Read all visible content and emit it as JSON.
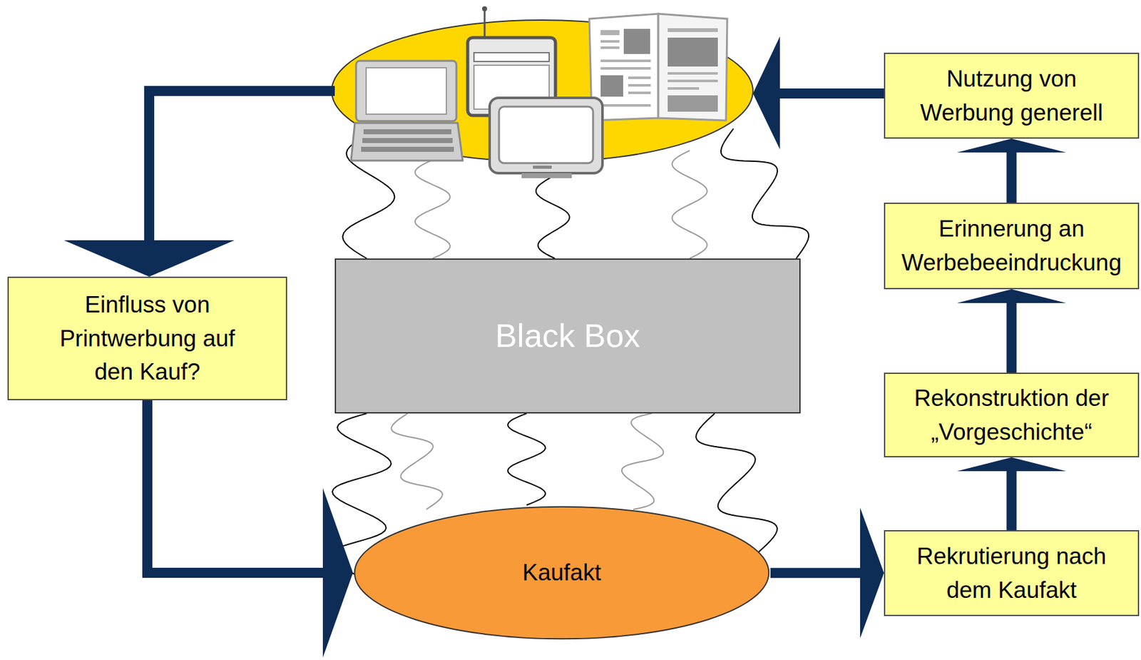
{
  "diagram": {
    "nodes": [
      {
        "text": [
          "Einfluss von Printwerbung auf den Kauf?"
        ]
      },
      {
        "text": [
          "Black Box"
        ]
      },
      {
        "text": [
          "Nutzung von Werbung generell"
        ]
      },
      {
        "text": [
          "Erinnerung an Werbebeeindruckung"
        ]
      },
      {
        "text": [
          "Rekonstruktion der „Vorgeschichte“"
        ]
      },
      {
        "text": [
          "Rekrutierung nach dem Kaufakt"
        ]
      },
      {
        "text": [
          "Kaufakt"
        ]
      }
    ],
    "edges": [
      {
        "from": 0,
        "to": 6,
        "arrow": "to"
      },
      {
        "from": 6,
        "to": 5,
        "arrow": "to"
      },
      {
        "from": 5,
        "to": 4,
        "arrow": "to"
      },
      {
        "from": 4,
        "to": 3,
        "arrow": "to"
      },
      {
        "from": 3,
        "to": 2,
        "arrow": "to"
      }
    ]
  }
}
